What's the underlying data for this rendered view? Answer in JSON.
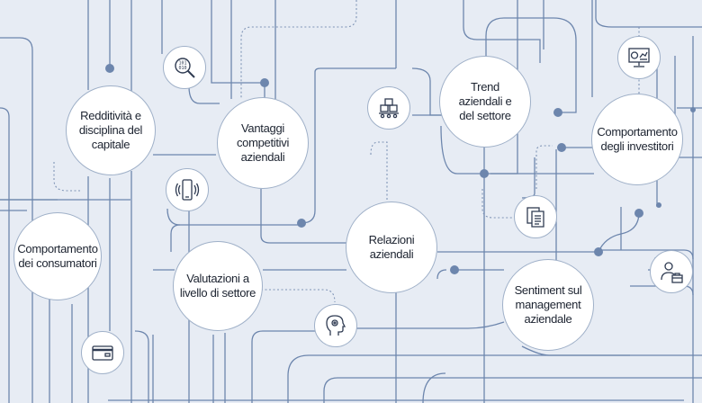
{
  "colors": {
    "background": "#e7ecf4",
    "line": "#6d86ad",
    "dot": "#6d86ad",
    "node_fill": "#ffffff",
    "node_border": "#9fb0c8",
    "text": "#1c2330",
    "icon": "#2f3b52"
  },
  "nodes": {
    "redditivita": "Redditività e\ndisciplina del\ncapitale",
    "vantaggi": "Vantaggi\ncompetitivi\naziendali",
    "trend": "Trend\naziendali e\ndel settore",
    "investitori": "Comportamento\ndegli investitori",
    "consumatori": "Comportamento\ndei consumatori",
    "relazioni": "Relazioni\naziendali",
    "valutazioni": "Valutazioni a\nlivello di settore",
    "sentiment": "Sentiment sul\nmanagement\naziendale"
  },
  "icons": [
    "magnifier-binary-icon",
    "supply-chain-boxes-icon",
    "monitor-chart-icon",
    "smartphone-signal-icon",
    "documents-icon",
    "credit-card-icon",
    "head-gear-icon",
    "manager-briefcase-icon"
  ]
}
